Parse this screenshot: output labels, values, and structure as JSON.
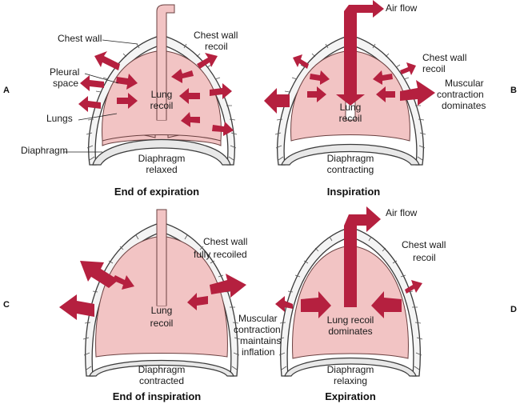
{
  "colors": {
    "lung": "#f2c4c4",
    "arrow": "#b5203f",
    "wall_fill": "#eeeeee",
    "outline": "#3a3a3a",
    "text": "#1a1a1a"
  },
  "panels": [
    {
      "letter": "A",
      "caption": "End of expiration",
      "labels": {
        "chest_wall": "Chest wall",
        "chest_wall_recoil_1": "Chest wall",
        "chest_wall_recoil_2": "recoil",
        "pleural_1": "Pleural",
        "pleural_2": "space",
        "lungs": "Lungs",
        "diaphragm": "Diaphragm",
        "lung_recoil_1": "Lung",
        "lung_recoil_2": "recoil",
        "diaphragm_state_1": "Diaphragm",
        "diaphragm_state_2": "relaxed"
      }
    },
    {
      "letter": "B",
      "caption": "Inspiration",
      "labels": {
        "air_flow": "Air flow",
        "chest_wall_recoil_1": "Chest wall",
        "chest_wall_recoil_2": "recoil",
        "muscular_1": "Muscular",
        "muscular_2": "contraction",
        "muscular_3": "dominates",
        "lung_recoil_1": "Lung",
        "lung_recoil_2": "recoil",
        "diaphragm_state_1": "Diaphragm",
        "diaphragm_state_2": "contracting"
      }
    },
    {
      "letter": "C",
      "caption": "End of inspiration",
      "labels": {
        "chest_wall_1": "Chest wall",
        "chest_wall_2": "fully recoiled",
        "muscular_1": "Muscular",
        "muscular_2": "contraction",
        "muscular_3": "maintains",
        "muscular_4": "inflation",
        "lung_recoil_1": "Lung",
        "lung_recoil_2": "recoil",
        "diaphragm_state_1": "Diaphragm",
        "diaphragm_state_2": "contracted"
      }
    },
    {
      "letter": "D",
      "caption": "Expiration",
      "labels": {
        "air_flow": "Air flow",
        "chest_wall_recoil_1": "Chest wall",
        "chest_wall_recoil_2": "recoil",
        "lung_recoil_1": "Lung recoil",
        "lung_recoil_2": "dominates",
        "diaphragm_state_1": "Diaphragm",
        "diaphragm_state_2": "relaxing"
      }
    }
  ]
}
